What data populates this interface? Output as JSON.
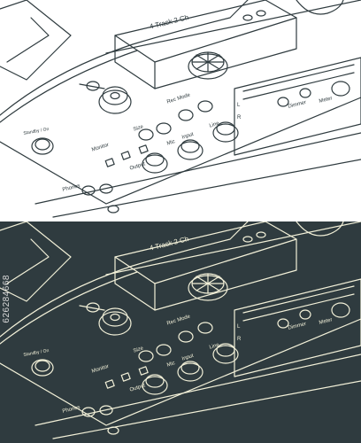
{
  "labels": {
    "track": "4 Track 2 Ch",
    "rec_mode": "Rec Mode",
    "standby": "Standby / On",
    "monitor": "Monitor",
    "size": "Size",
    "output": "Output",
    "input": "Input",
    "line": "Line",
    "mic": "Mic",
    "phones": "Phones",
    "dimmer": "Dimmer",
    "meter": "Meter",
    "l": "L",
    "r": "R"
  },
  "watermark": {
    "id": "626284668"
  },
  "colors": {
    "light_bg": "#ffffff",
    "light_line": "#2f3b3f",
    "dark_bg": "#2f3b3f",
    "dark_line": "#f2f0d8"
  }
}
